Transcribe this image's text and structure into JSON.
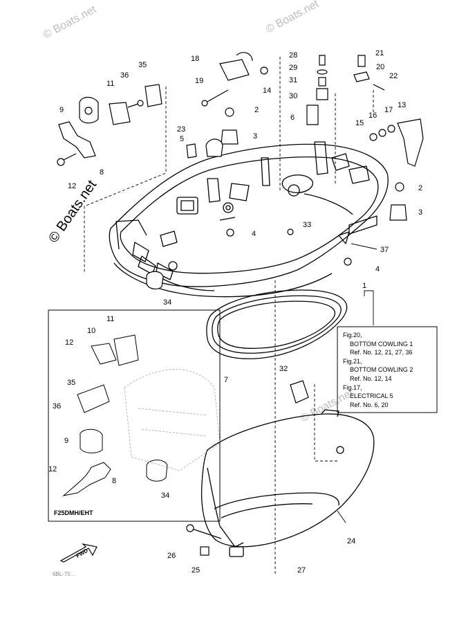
{
  "watermarks": [
    "© Boats.net",
    "© Boats.net",
    "© Boats.net"
  ],
  "side_watermark": "© Boats.net",
  "callouts": [
    "1",
    "2",
    "3",
    "4",
    "5",
    "6",
    "7",
    "8",
    "9",
    "10",
    "11",
    "12",
    "13",
    "14",
    "15",
    "16",
    "17",
    "18",
    "19",
    "20",
    "21",
    "22",
    "23",
    "24",
    "25",
    "26",
    "27",
    "28",
    "29",
    "30",
    "31",
    "32",
    "33",
    "34",
    "35",
    "36",
    "37"
  ],
  "reference_box": {
    "lines": [
      "Fig.20,",
      "BOTTOM COWLING 1",
      "Ref. No. 12, 21, 27, 36",
      "Fig.21,",
      "BOTTOM COWLING 2",
      "Ref. No. 12, 14",
      "Fig.17,",
      "ELECTRICAL 5",
      "Ref. No. 6, 20"
    ]
  },
  "inset": {
    "title": "F25DMH/EHT"
  },
  "fwd_label": "FWD",
  "footer_code": "6BL-70..."
}
